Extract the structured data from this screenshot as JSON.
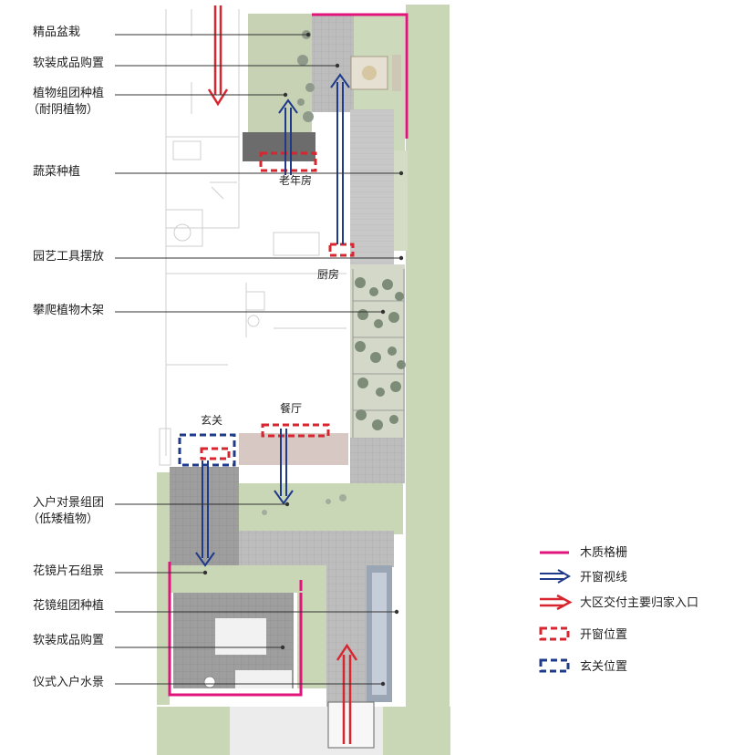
{
  "annotations": [
    {
      "id": "a1",
      "line1": "精品盆栽",
      "line2": ""
    },
    {
      "id": "a2",
      "line1": "软装成品购置",
      "line2": ""
    },
    {
      "id": "a3",
      "line1": "植物组团种植",
      "line2": "（耐阴植物）"
    },
    {
      "id": "a4",
      "line1": "蔬菜种植",
      "line2": ""
    },
    {
      "id": "a5",
      "line1": "园艺工具摆放",
      "line2": ""
    },
    {
      "id": "a6",
      "line1": "攀爬植物木架",
      "line2": ""
    },
    {
      "id": "a7",
      "line1": "入户对景组团",
      "line2": "（低矮植物）"
    },
    {
      "id": "a8",
      "line1": "花镜片石组景",
      "line2": ""
    },
    {
      "id": "a9",
      "line1": "花镜组团种植",
      "line2": ""
    },
    {
      "id": "a10",
      "line1": "软装成品购置",
      "line2": ""
    },
    {
      "id": "a11",
      "line1": "仪式入户水景",
      "line2": ""
    }
  ],
  "rooms": {
    "elderly_room": "老年房",
    "kitchen": "厨房",
    "dining": "餐厅",
    "foyer": "玄关"
  },
  "legend": {
    "wood_trellis": "木质格栅",
    "window_view": "开窗视线",
    "main_entry": "大区交付主要归家入口",
    "window_position": "开窗位置",
    "foyer_position": "玄关位置"
  },
  "colors": {
    "magenta": "#e0147a",
    "blue": "#1f3a8a",
    "red": "#d7262f",
    "grass": "#c9d7b6",
    "paving": "#b9b9b9"
  }
}
